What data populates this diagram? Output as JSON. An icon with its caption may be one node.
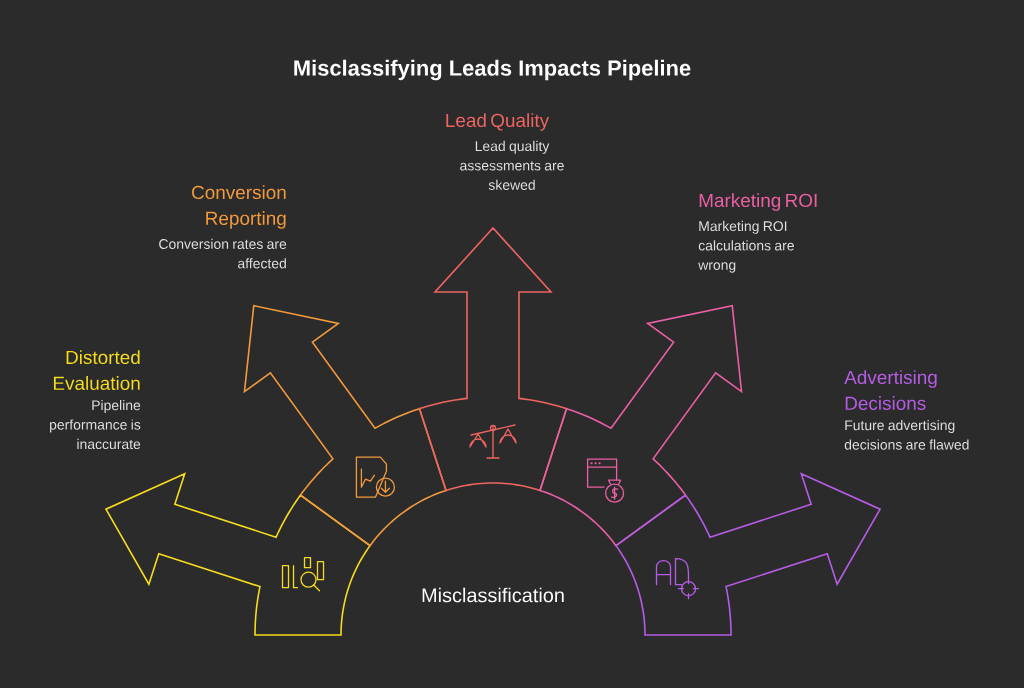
{
  "diagram": {
    "title": "Misclassifying Leads Impacts Pipeline",
    "nodes": [
      {
        "text": [
          "Misclassification"
        ]
      },
      {
        "text": [
          "Distorted Evaluation",
          "Pipeline performance is inaccurate"
        ]
      },
      {
        "text": [
          "Conversion Reporting",
          "Conversion rates are affected"
        ]
      },
      {
        "text": [
          "Lead Quality",
          "Lead quality assessments are skewed"
        ]
      },
      {
        "text": [
          "Marketing ROI",
          "Marketing ROI calculations are wrong"
        ]
      },
      {
        "text": [
          "Advertising Decisions",
          "Future advertising decisions are flawed"
        ]
      },
      {
        "text": [],
        "shape": "arrow"
      },
      {
        "text": [],
        "shape": "arrow"
      },
      {
        "text": [],
        "shape": "arrow"
      },
      {
        "text": [],
        "shape": "arrow"
      },
      {
        "text": [],
        "shape": "arrow"
      }
    ]
  }
}
